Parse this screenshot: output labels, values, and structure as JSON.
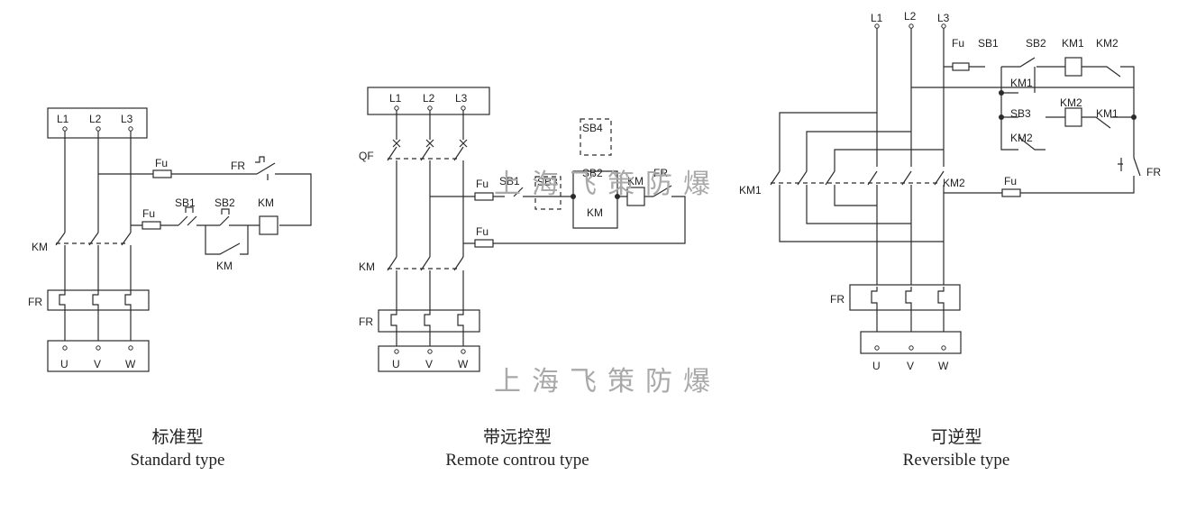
{
  "labels": {
    "L1": "L1",
    "L2": "L2",
    "L3": "L3",
    "U": "U",
    "V": "V",
    "W": "W",
    "KM": "KM",
    "FR": "FR",
    "Fu": "Fu",
    "QF": "QF",
    "SB1": "SB1",
    "SB2": "SB2",
    "SB3": "SB3",
    "SB4": "SB4",
    "KM1": "KM1",
    "KM2": "KM2"
  },
  "watermark": "上海飞策防爆",
  "diagrams": [
    {
      "cn": "标准型",
      "en": "Standard type"
    },
    {
      "cn": "带远控型",
      "en": "Remote controu type"
    },
    {
      "cn": "可逆型",
      "en": "Reversible type"
    }
  ]
}
